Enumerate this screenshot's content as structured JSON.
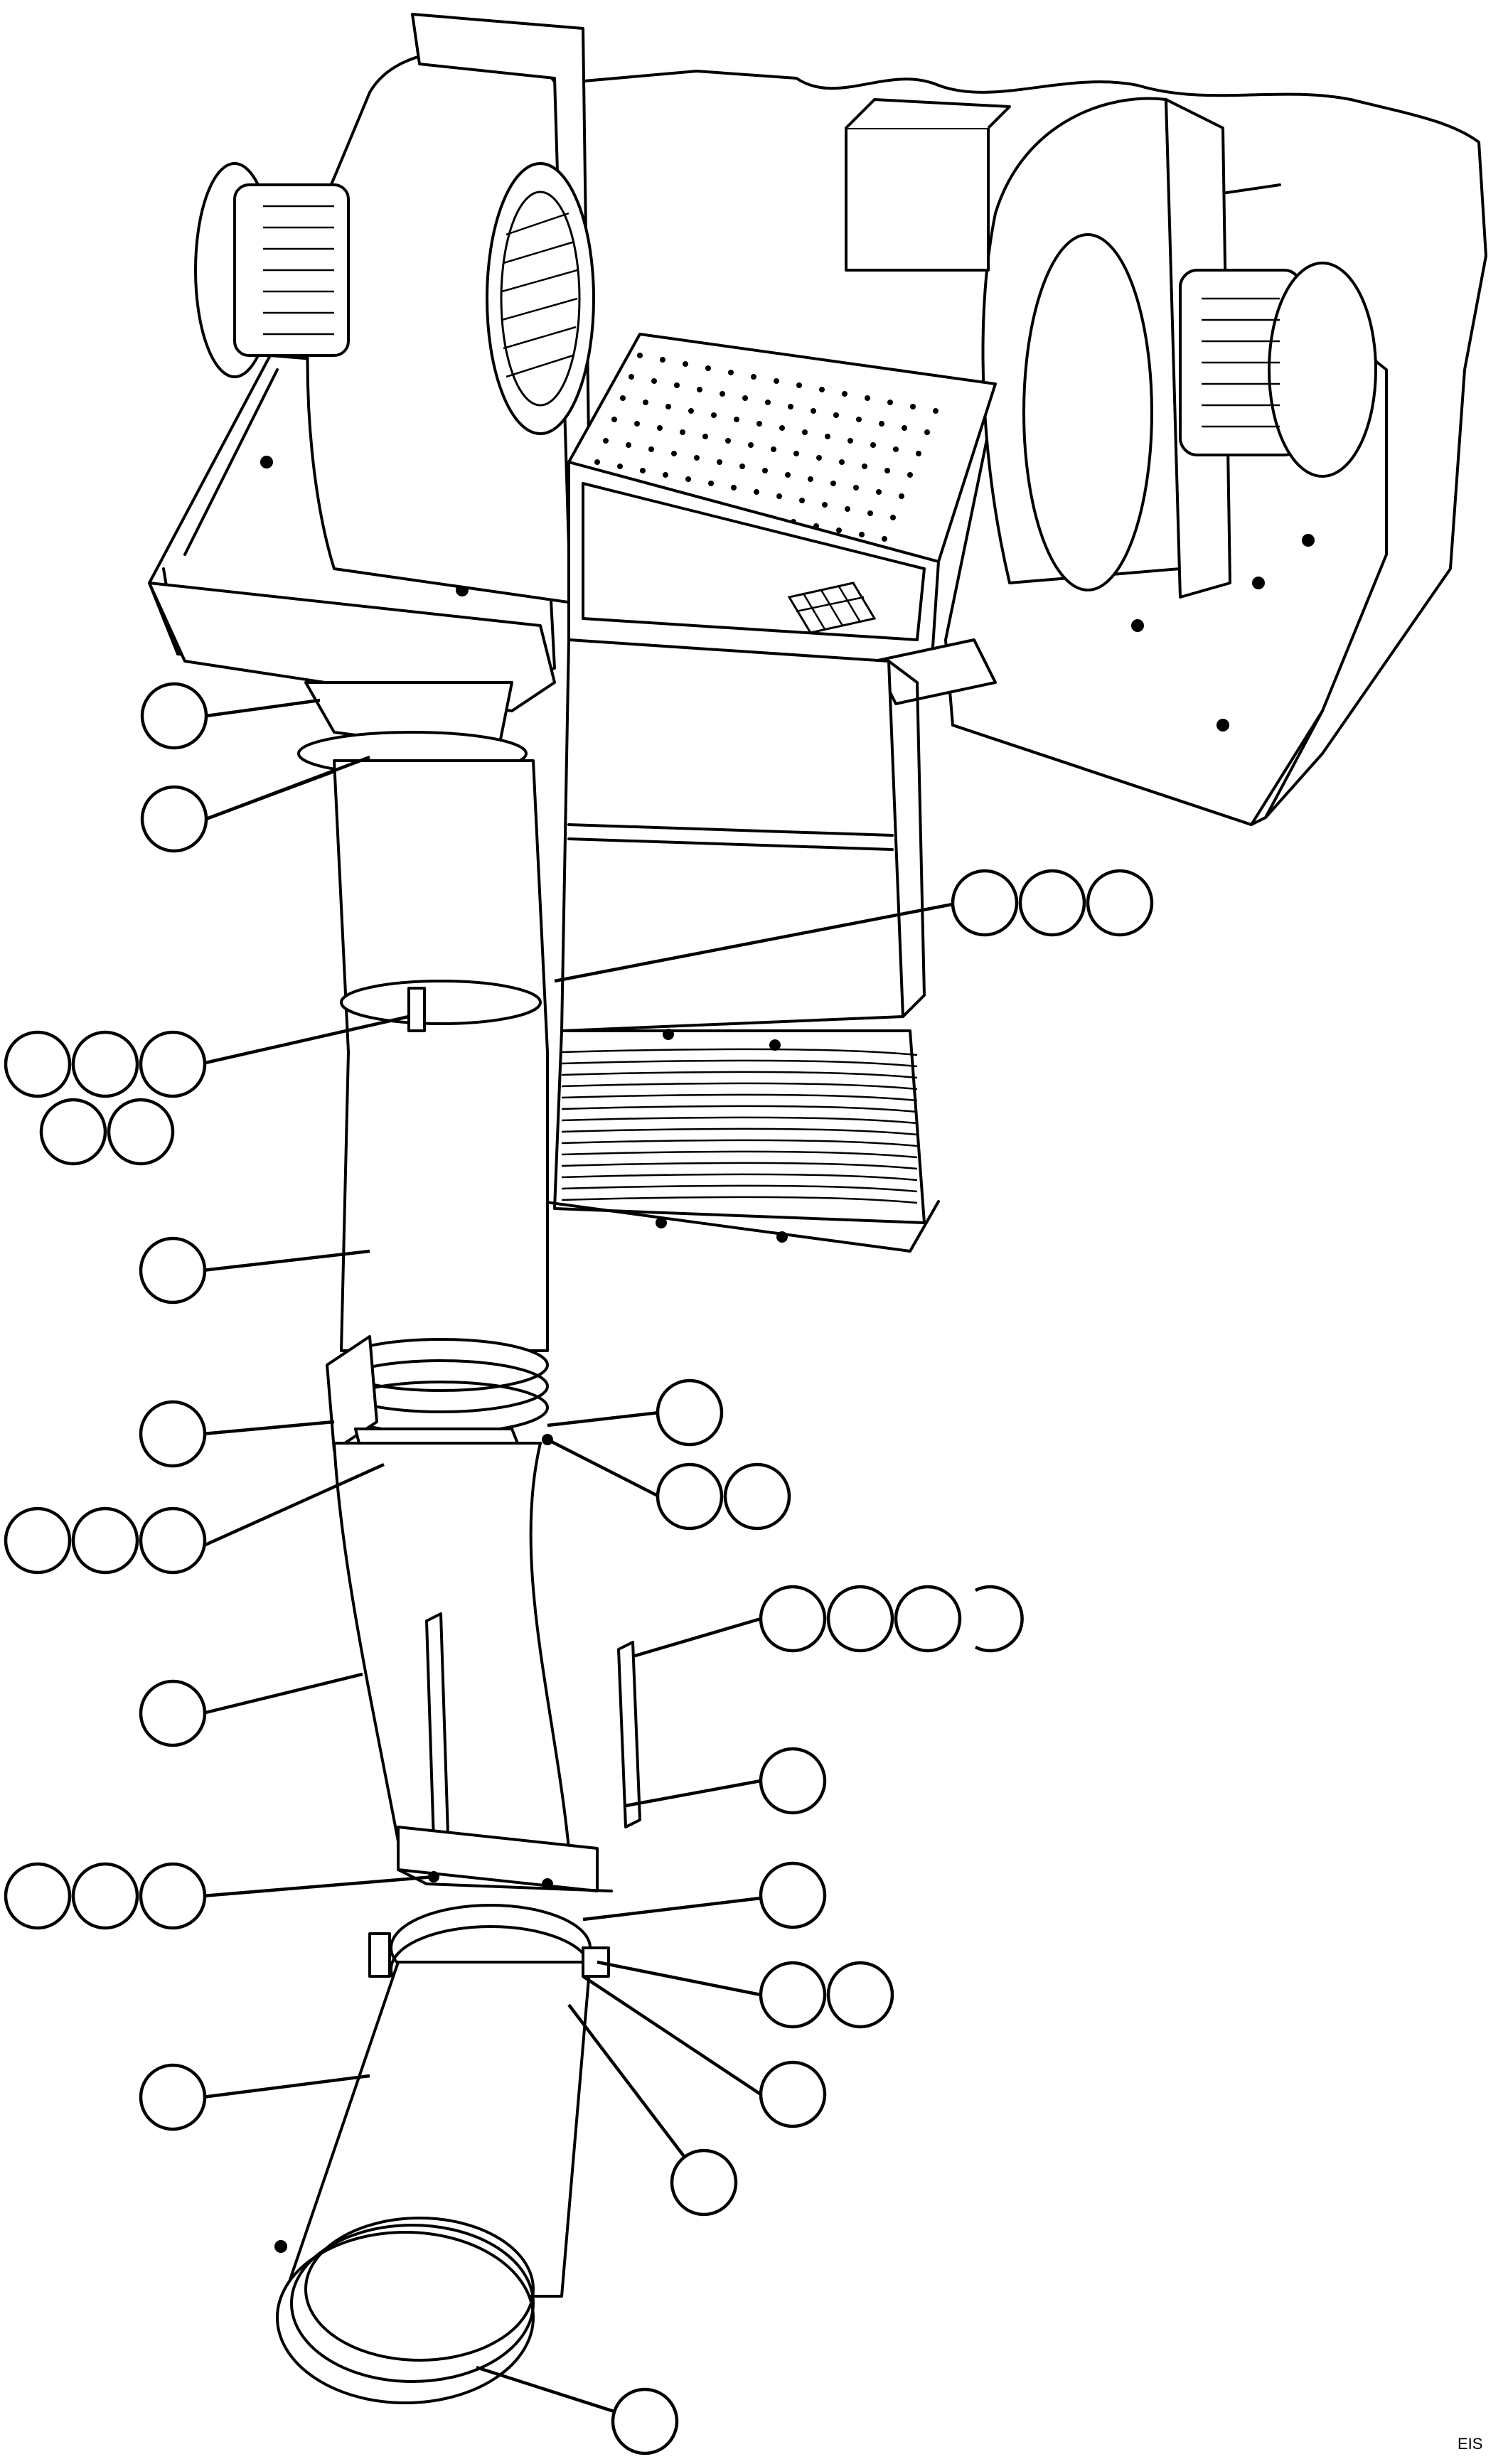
{
  "sheet_code": "EIS",
  "drawing": {
    "type": "exploded-assembly",
    "callout_count": 34
  }
}
